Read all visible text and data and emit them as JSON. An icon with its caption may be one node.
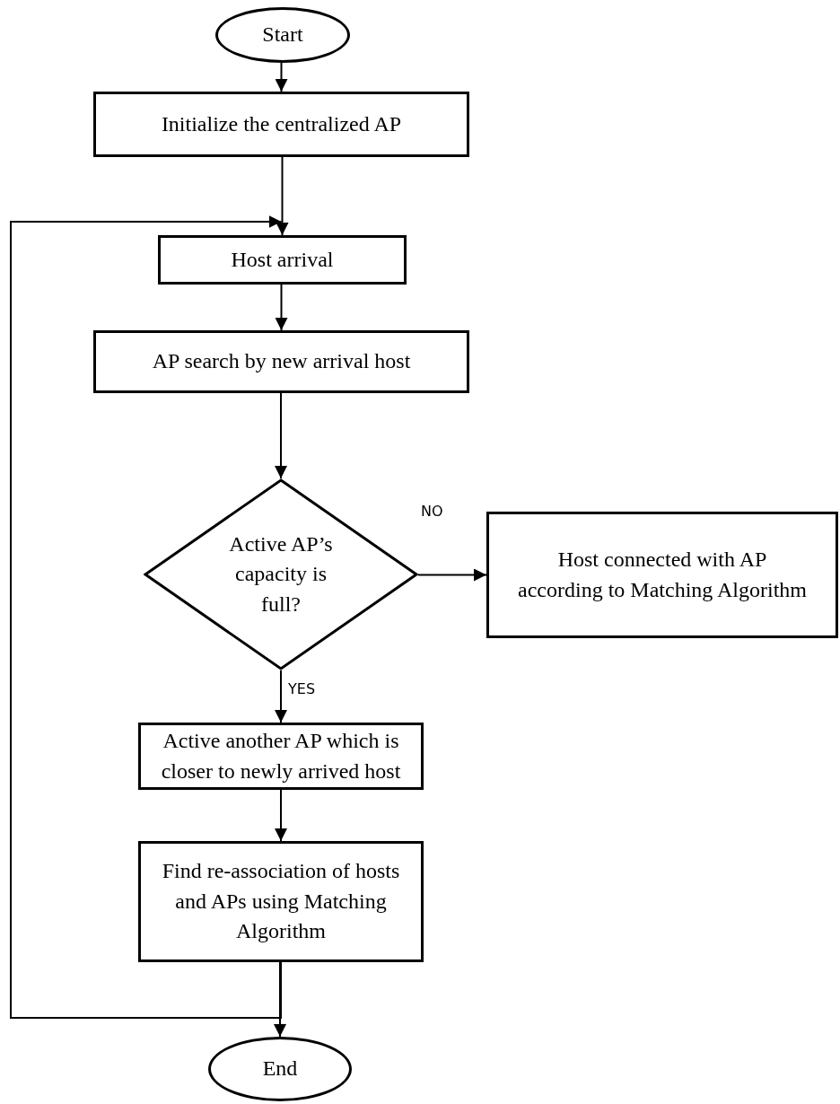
{
  "diagram": {
    "nodes": [
      {
        "text": [
          "Start"
        ]
      },
      {
        "text": [
          "Initialize the centralized AP"
        ]
      },
      {
        "text": [
          "Host arrival"
        ]
      },
      {
        "text": [
          "AP search by new arrival host"
        ]
      },
      {
        "text": [
          "Active AP’s capacity is full?"
        ]
      },
      {
        "text": [
          "Host connected with AP according to Matching Algorithm"
        ]
      },
      {
        "text": [
          "Active another AP which is closer to newly arrived host"
        ]
      },
      {
        "text": [
          "Find re-association of hosts and APs using Matching Algorithm"
        ]
      },
      {
        "text": [
          "End"
        ]
      }
    ],
    "edges": [
      {
        "from": 0,
        "to": 1,
        "arrow": "to"
      },
      {
        "from": 1,
        "to": 2,
        "arrow": "to"
      },
      {
        "from": 2,
        "to": 3,
        "arrow": "to"
      },
      {
        "from": 3,
        "to": 4,
        "arrow": "to"
      },
      {
        "from": 4,
        "to": 5,
        "arrow": "to",
        "label": "NO"
      },
      {
        "from": 4,
        "to": 6,
        "arrow": "to",
        "label": "YES"
      },
      {
        "from": 6,
        "to": 7,
        "arrow": "to"
      },
      {
        "from": 7,
        "to": 8,
        "arrow": "to"
      },
      {
        "from": 7,
        "to": 2,
        "arrow": "to"
      }
    ]
  }
}
